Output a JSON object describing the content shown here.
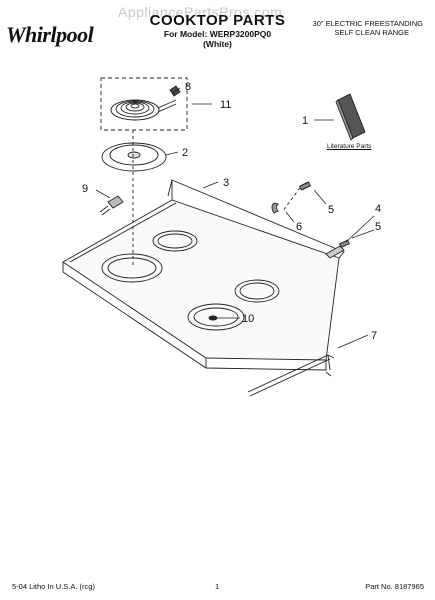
{
  "header": {
    "brand": "Whirlpool",
    "watermark": "AppliancePartsPros.com",
    "title": "COOKTOP PARTS",
    "model_line": "For Model: WERP3200PQ0",
    "color_line": "(White)",
    "spec_line1": "30\" ELECTRIC FREESTANDING",
    "spec_line2": "SELF CLEAN RANGE"
  },
  "diagram": {
    "literature_label": "Literature Parts",
    "callouts": [
      "1",
      "2",
      "3",
      "4",
      "5",
      "5",
      "6",
      "7",
      "8",
      "9",
      "10",
      "11"
    ]
  },
  "footer": {
    "left": "5-04 Litho In U.S.A. (rcg)",
    "page": "1",
    "part_no": "Part No. 8187965"
  }
}
